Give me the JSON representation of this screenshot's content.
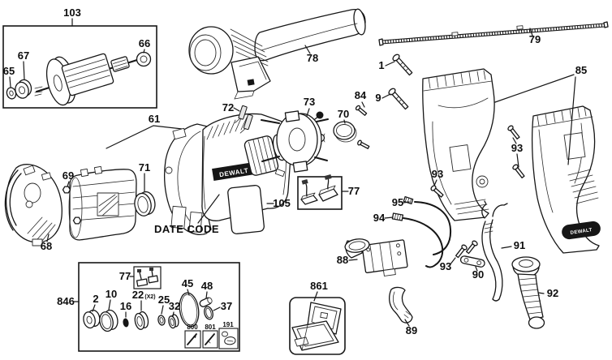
{
  "diagram": {
    "type": "exploded-parts-diagram",
    "brand": "DEWALT",
    "annotations": {
      "date_code": "DATE CODE",
      "qty_x2": "(X2)"
    },
    "callouts": {
      "1": "1",
      "2": "2",
      "9": "9",
      "10": "10",
      "16": "16",
      "22": "22",
      "25": "25",
      "32": "32",
      "37": "37",
      "45": "45",
      "48": "48",
      "61": "61",
      "65": "65",
      "66": "66",
      "67": "67",
      "68": "68",
      "69": "69",
      "70": "70",
      "71": "71",
      "72": "72",
      "73": "73",
      "77": "77",
      "78": "78",
      "79": "79",
      "84": "84",
      "85": "85",
      "88": "88",
      "89": "89",
      "90": "90",
      "91": "91",
      "92": "92",
      "93": "93",
      "94": "94",
      "95": "95",
      "103": "103",
      "105": "105",
      "191": "191",
      "800": "800",
      "801": "801",
      "846": "846",
      "861": "861"
    }
  }
}
